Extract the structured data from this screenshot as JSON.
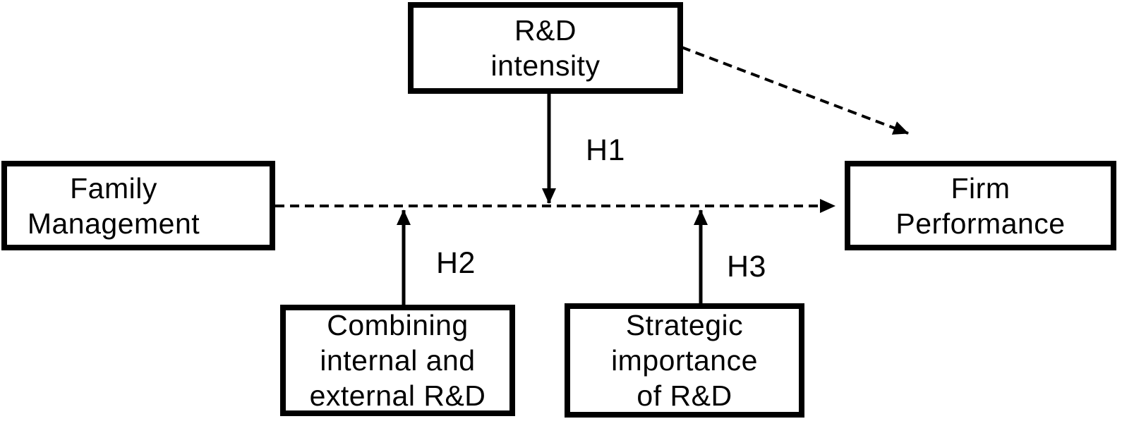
{
  "diagram": {
    "colors": {
      "background": "#ffffff",
      "foreground": "#000000"
    },
    "nodes": {
      "rd_intensity": {
        "label": "R&D\nintensity"
      },
      "family_management": {
        "label": "Family\nManagement"
      },
      "firm_performance": {
        "label": "Firm\nPerformance"
      },
      "combining_rd": {
        "label": "Combining\ninternal and\nexternal R&D"
      },
      "strategic_importance": {
        "label": "Strategic\nimportance\nof R&D"
      }
    },
    "labels": {
      "h1": "H1",
      "h2": "H2",
      "h3": "H3"
    },
    "edges": [
      {
        "from": "family_management",
        "to": "firm_performance",
        "style": "dashed",
        "label": ""
      },
      {
        "from": "rd_intensity",
        "to": "firm_performance",
        "style": "dashed",
        "label": ""
      },
      {
        "from": "rd_intensity",
        "to": "family_management-firm_performance-path",
        "style": "solid",
        "label": "H1"
      },
      {
        "from": "combining_rd",
        "to": "family_management-firm_performance-path",
        "style": "solid",
        "label": "H2"
      },
      {
        "from": "strategic_importance",
        "to": "family_management-firm_performance-path",
        "style": "solid",
        "label": "H3"
      }
    ]
  }
}
